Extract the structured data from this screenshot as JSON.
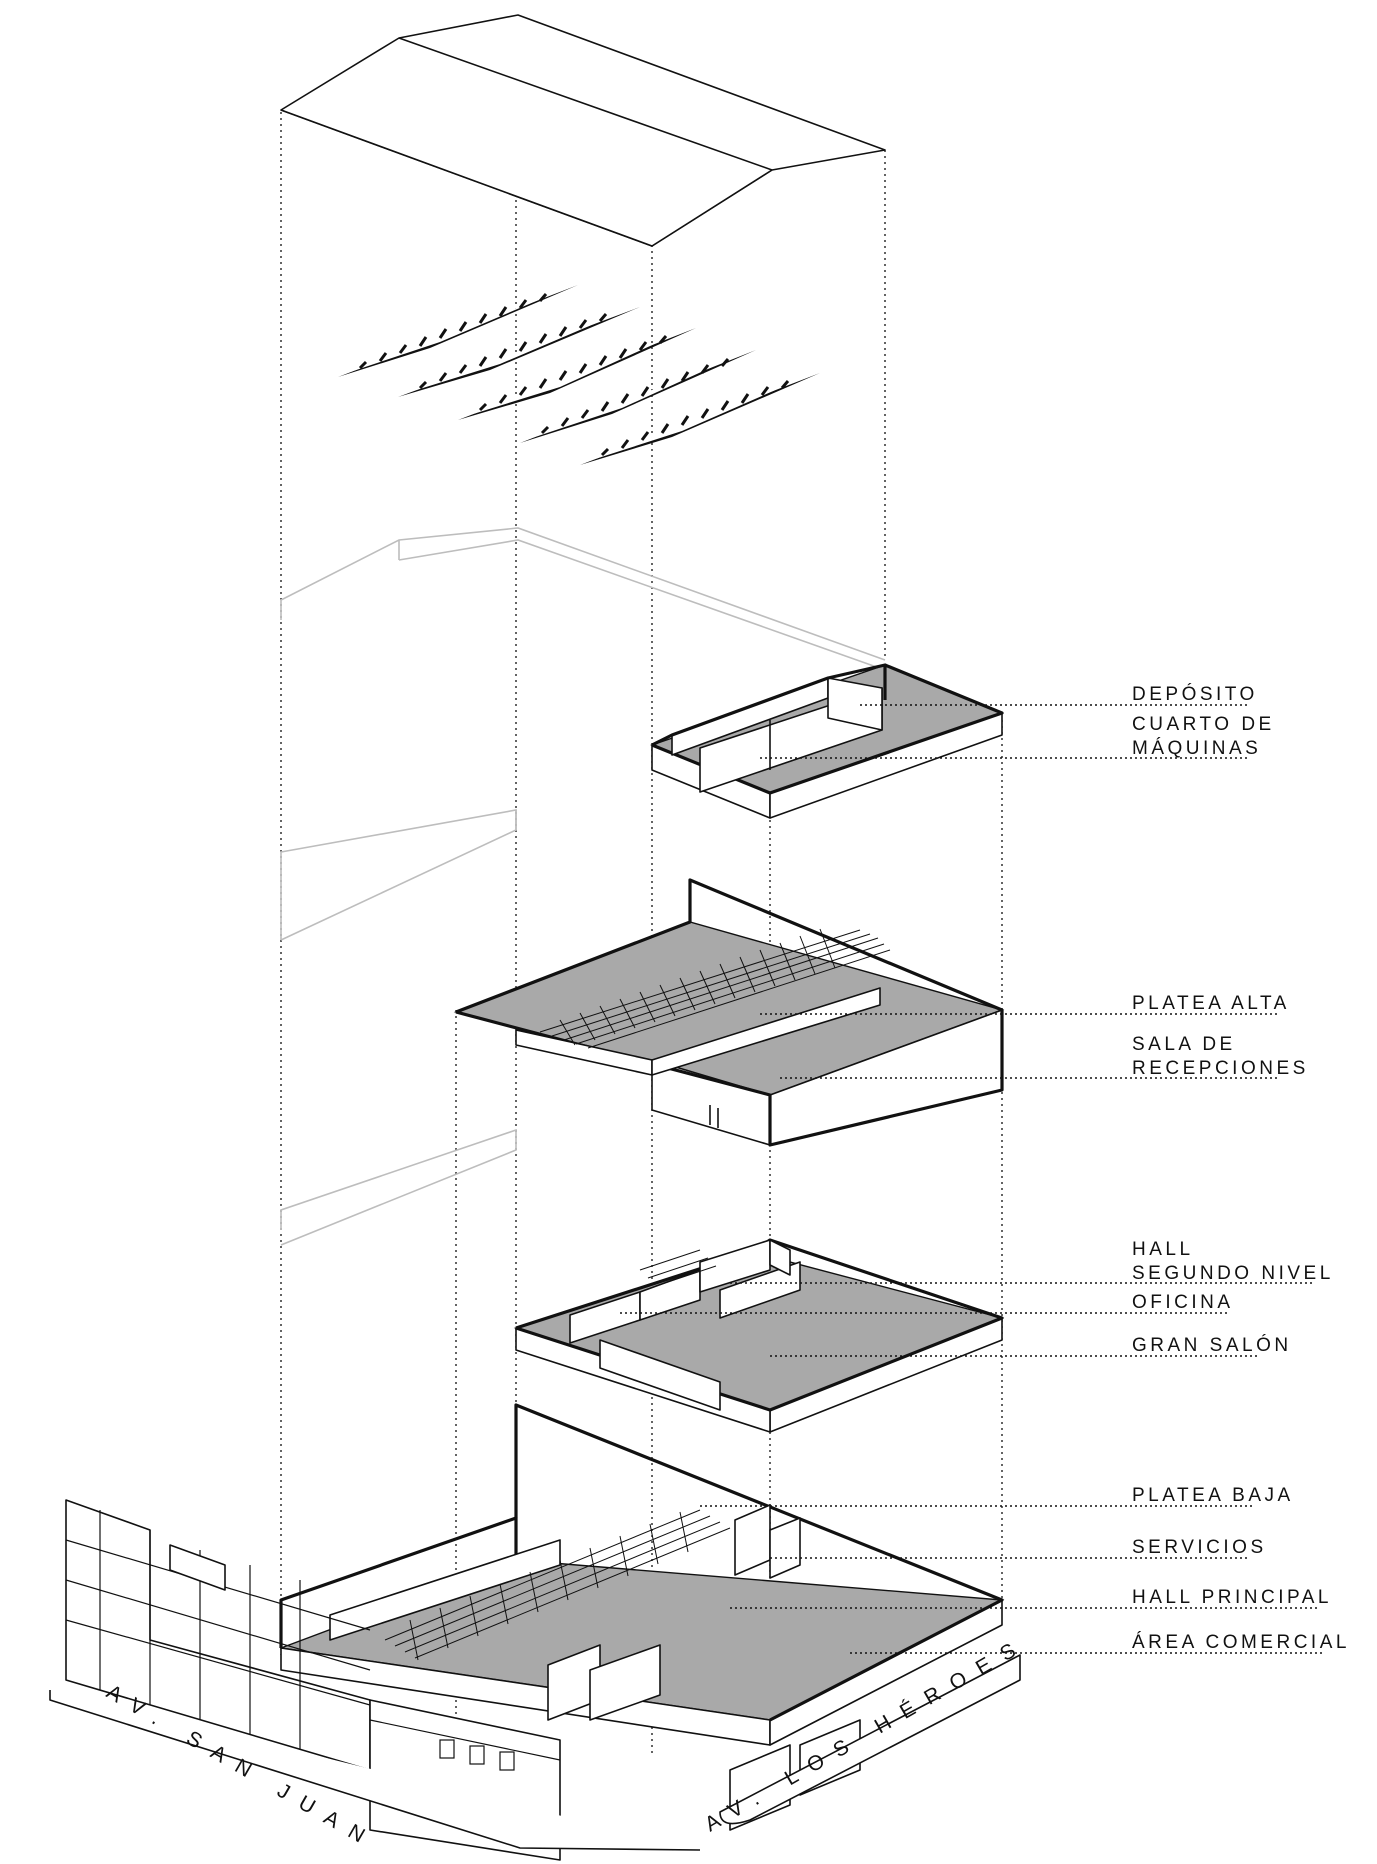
{
  "labels": {
    "deposito": "DEPÓSITO",
    "cuarto_1": "CUARTO DE",
    "cuarto_2": "MÁQUINAS",
    "platea_alta": "PLATEA ALTA",
    "sala_1": "SALA DE",
    "sala_2": "RECEPCIONES",
    "hall_1": "HALL",
    "hall_2": "SEGUNDO NIVEL",
    "oficina": "OFICINA",
    "gran_salon": "GRAN SALÓN",
    "platea_baja": "PLATEA BAJA",
    "servicios": "SERVICIOS",
    "hall_principal": "HALL PRINCIPAL",
    "area_comercial": "ÁREA COMERCIAL"
  },
  "streets": {
    "san_juan": "AV. SAN JUAN",
    "los_heroes": "AV. LOS HÉROES"
  },
  "colors": {
    "floor": "#a9a9a9",
    "line": "#111111",
    "ghost": "#bdbdbd"
  }
}
